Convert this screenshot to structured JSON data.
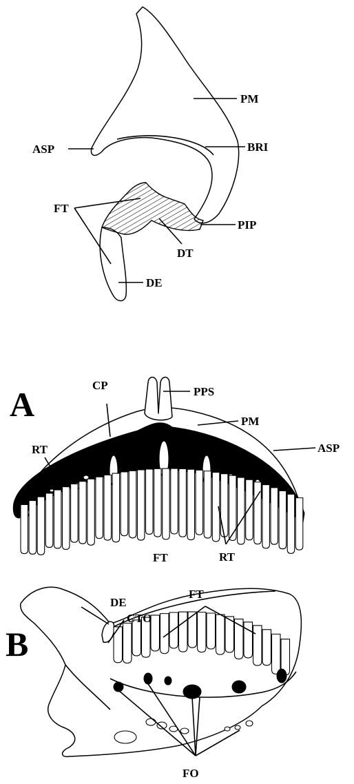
{
  "top_figure": {
    "labels": {
      "pm": "PM",
      "asp": "ASP",
      "bri": "BRI",
      "ft": "FT",
      "pip": "PIP",
      "dt": "DT",
      "de": "DE"
    }
  },
  "panel_a": {
    "panel_letter": "A",
    "labels": {
      "cp": "CP",
      "pps": "PPS",
      "rt_left": "RT",
      "pm": "PM",
      "asp": "ASP",
      "ft": "FT",
      "rt_right": "RT"
    }
  },
  "panel_b": {
    "panel_letter": "B",
    "labels": {
      "de": "DE",
      "cto": "CTO",
      "ft": "FT",
      "fo": "FO"
    }
  }
}
